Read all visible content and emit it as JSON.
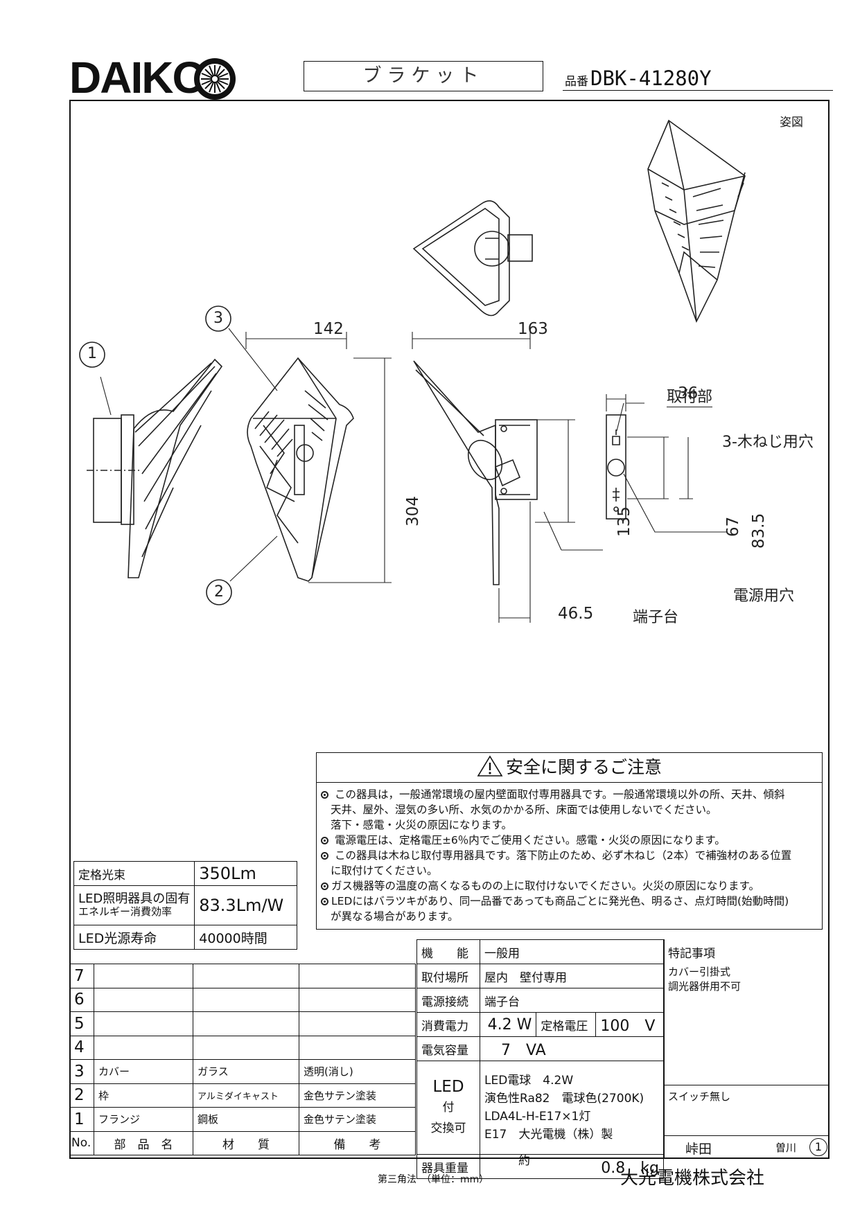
{
  "header": {
    "logo_text": "DAIKO",
    "title": "ブラケット",
    "part_no_prefix": "品番",
    "part_no": "DBK-41280Y"
  },
  "drawing": {
    "view_label": "姿図",
    "callouts": [
      "1",
      "2",
      "3"
    ],
    "dims": {
      "width_front": "142",
      "width_side": "163",
      "height": "304",
      "height_mount": "135",
      "depth_base": "46.5",
      "mount_width": "36",
      "mount_hole_pitch": "67",
      "mount_total": "83.5"
    },
    "labels": {
      "mount_section": "取付部",
      "screw_holes": "3-木ねじ用穴",
      "power_hole": "電源用穴",
      "terminal": "端子台"
    }
  },
  "safety": {
    "title": "安全に関するご注意",
    "lines": [
      "この器具は，一般通常環境の屋内壁面取付専用器具です。一般通常環境以外の所、天井、傾斜",
      "天井、屋外、湿気の多い所、水気のかかる所、床面では使用しないでください。",
      "落下・感電・火災の原因になります。",
      "電源電圧は、定格電圧±6％内でご使用ください。感電・火災の原因になります。",
      "この器具は木ねじ取付専用器具です。落下防止のため、必ず木ねじ（2本）で補強材のある位置",
      "に取付けてください。",
      "ガス機器等の温度の高くなるものの上に取付けないでください。火災の原因になります。",
      "LEDにはバラツキがあり、同一品番であっても商品ごとに発光色、明るさ、点灯時間(始動時間)",
      "が異なる場合があります。"
    ]
  },
  "luminance": {
    "rated_flux_label": "定格光束",
    "rated_flux": "350Lm",
    "efficiency_label_1": "LED照明器具の固有",
    "efficiency_label_2": "エネルギー消費効率",
    "efficiency": "83.3Lm/W",
    "life_label": "LED光源寿命",
    "life": "40000時間"
  },
  "parts": {
    "rows": [
      {
        "no": "7",
        "name": "",
        "material": "",
        "remark": ""
      },
      {
        "no": "6",
        "name": "",
        "material": "",
        "remark": ""
      },
      {
        "no": "5",
        "name": "",
        "material": "",
        "remark": ""
      },
      {
        "no": "4",
        "name": "",
        "material": "",
        "remark": ""
      },
      {
        "no": "3",
        "name": "カバー",
        "material": "ガラス",
        "remark": "透明(消し)"
      },
      {
        "no": "2",
        "name": "枠",
        "material": "アルミダイキャスト",
        "remark": "金色サテン塗装"
      },
      {
        "no": "1",
        "name": "フランジ",
        "material": "鋼板",
        "remark": "金色サテン塗装"
      }
    ],
    "header": {
      "no": "No.",
      "name": "部　品　名",
      "material": "材　　質",
      "remark": "備　　考"
    }
  },
  "specs": {
    "function_label": "機　　能",
    "function": "一般用",
    "mount_label": "取付場所",
    "mount": "屋内　壁付専用",
    "power_conn_label": "電源接続",
    "power_conn": "端子台",
    "power_label": "消費電力",
    "power": "4.2 W",
    "rated_v_label": "定格電圧",
    "rated_v": "100　V",
    "capacity_label": "電気容量",
    "capacity": "7　VA",
    "led_label_1": "LED",
    "led_label_2": "付",
    "led_label_3": "交換可",
    "led_1": "LED電球　4.2W",
    "led_2": "演色性Ra82　電球色(2700K)",
    "led_3": "LDA4L-H-E17×1灯",
    "led_4": "E17　大光電機（株）製",
    "weight_label": "器具重量",
    "weight_prefix": "約",
    "weight": "0.8　kg"
  },
  "notes": {
    "title": "特記事項",
    "line1": "カバー引掛式",
    "line2": "調光器併用不可",
    "switch": "スイッチ無し",
    "drawn_by": "峠田",
    "checked_by": "曽川",
    "sheet": "1"
  },
  "footer": {
    "projection": "第三角法　（単位：mm）",
    "company": "大光電機株式会社"
  }
}
